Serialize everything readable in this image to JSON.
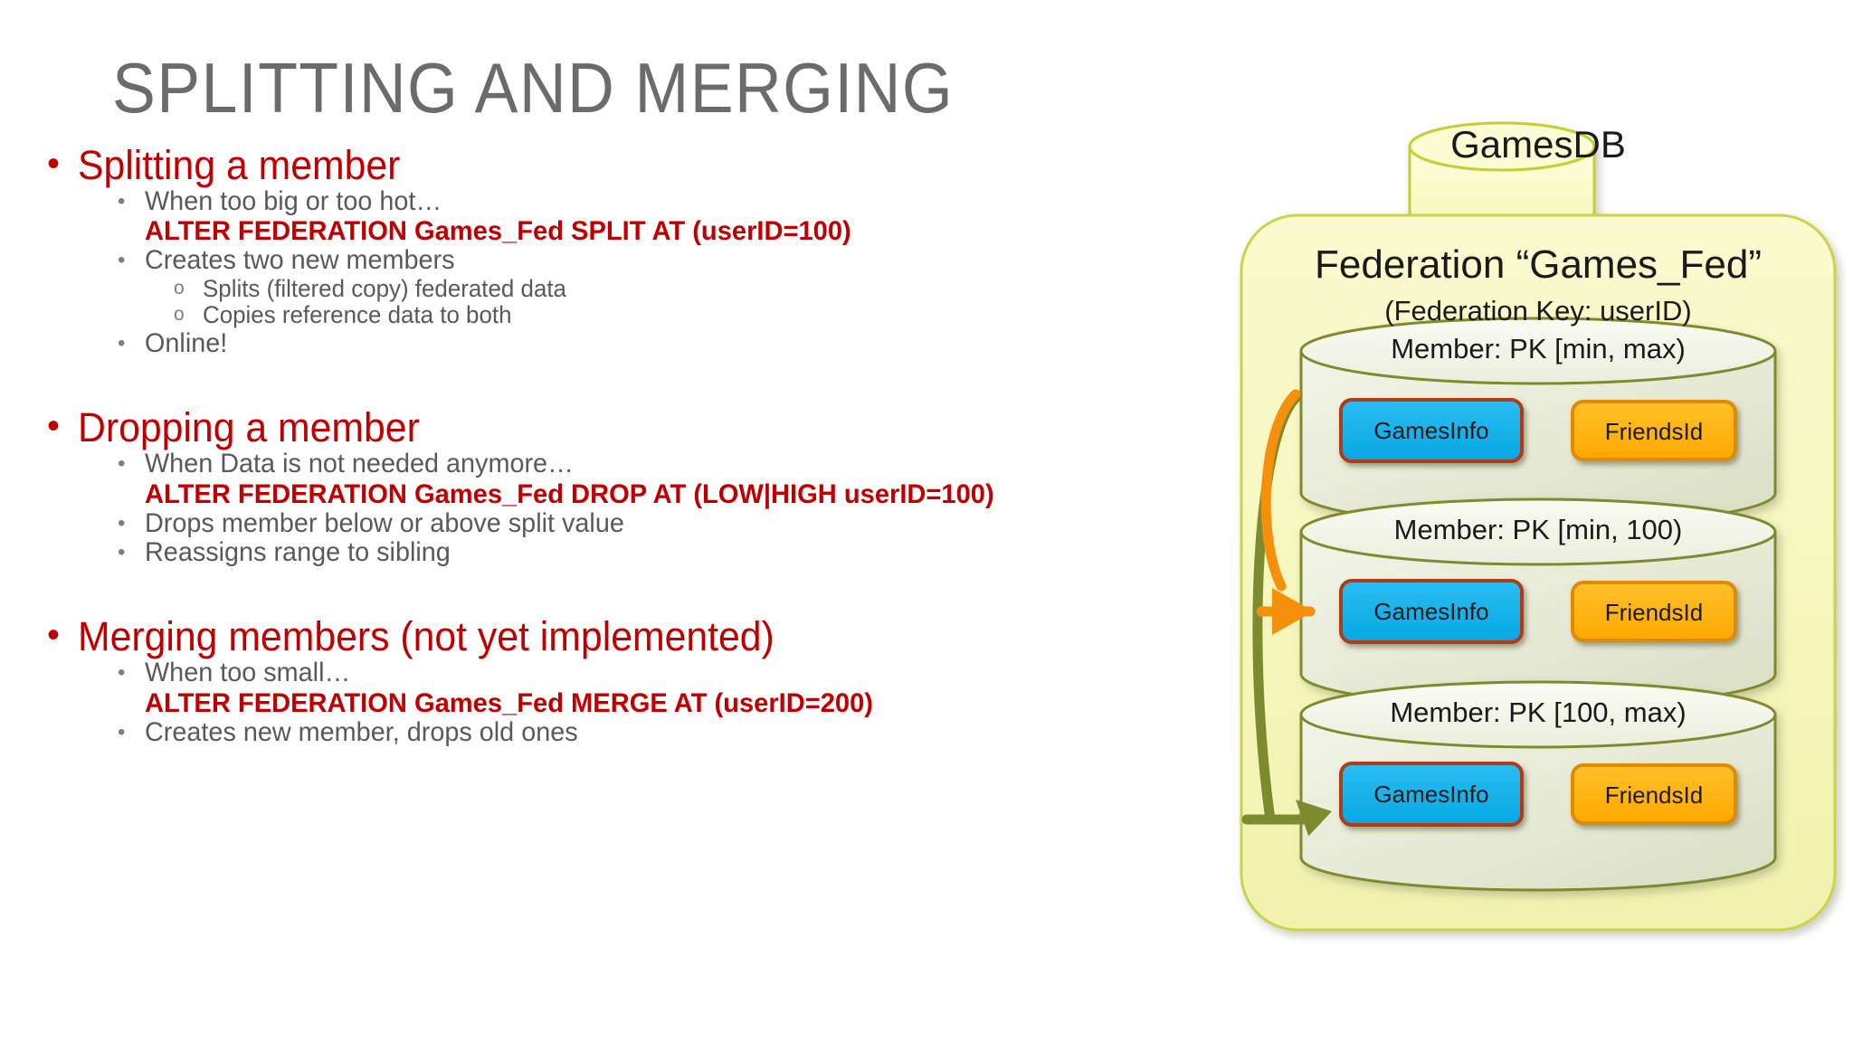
{
  "slide": {
    "title": "SPLITTING AND MERGING",
    "background_color": "#ffffff",
    "accent_red": "#C00000",
    "body_gray": "#595959",
    "title_gray": "#6b6b6b"
  },
  "body": {
    "sections": [
      {
        "heading": "Splitting a member",
        "items": [
          {
            "level": 2,
            "text": "When too big or too hot…"
          },
          {
            "level": "sql",
            "text": "ALTER FEDERATION Games_Fed SPLIT AT (userID=100)"
          },
          {
            "level": 2,
            "text": "Creates two new members"
          },
          {
            "level": 3,
            "text": "Splits (filtered copy) federated data"
          },
          {
            "level": 3,
            "text": "Copies reference data to both"
          },
          {
            "level": 2,
            "text": "Online!"
          }
        ]
      },
      {
        "heading": "Dropping a member",
        "items": [
          {
            "level": 2,
            "text": "When Data is not needed anymore…"
          },
          {
            "level": "sql",
            "text": "ALTER FEDERATION Games_Fed DROP AT (LOW|HIGH userID=100)"
          },
          {
            "level": 2,
            "text": "Drops member below or above split value"
          },
          {
            "level": 2,
            "text": "Reassigns range to sibling"
          }
        ]
      },
      {
        "heading": "Merging members (not yet implemented)",
        "items": [
          {
            "level": 2,
            "text": "When too small…"
          },
          {
            "level": "sql",
            "text": "ALTER FEDERATION Games_Fed MERGE AT (userID=200)"
          },
          {
            "level": 2,
            "text": "Creates new member, drops old ones"
          }
        ]
      }
    ],
    "bullet_glyphs": {
      "level1": "•",
      "level2": "•",
      "level3": "o"
    }
  },
  "diagram": {
    "database": {
      "label": "GamesDB",
      "fill": "#FBFBC8",
      "stroke": "#C3CF36"
    },
    "federation": {
      "title": "Federation “Games_Fed”",
      "subtitle": "(Federation Key: userID)",
      "fill": "#F6F6BD",
      "stroke": "#CBD44A"
    },
    "members": [
      {
        "title": "Member: PK [min, max)",
        "chips": [
          {
            "label": "GamesInfo",
            "fill": "#19B0EA",
            "stroke": "#B03A18"
          },
          {
            "label": "FriendsId",
            "fill": "#FFB30B",
            "stroke": "#E08A00"
          }
        ]
      },
      {
        "title": "Member: PK [min, 100)",
        "chips": [
          {
            "label": "GamesInfo",
            "fill": "#19B0EA",
            "stroke": "#B03A18"
          },
          {
            "label": "FriendsId",
            "fill": "#FFB30B",
            "stroke": "#E08A00"
          }
        ]
      },
      {
        "title": "Member: PK [100, max)",
        "chips": [
          {
            "label": "GamesInfo",
            "fill": "#19B0EA",
            "stroke": "#B03A18"
          },
          {
            "label": "FriendsId",
            "fill": "#FFB30B",
            "stroke": "#E08A00"
          }
        ]
      }
    ],
    "arrows": [
      {
        "name": "split-arrow-to-low-member",
        "color": "#F5900D",
        "from": "member-1",
        "to": "member-2"
      },
      {
        "name": "split-arrow-to-high-member",
        "color": "#7E8A2E",
        "from": "member-1",
        "to": "member-3"
      }
    ],
    "member_fill": "#E6E9D4",
    "member_stroke": "#7E8A2E"
  }
}
